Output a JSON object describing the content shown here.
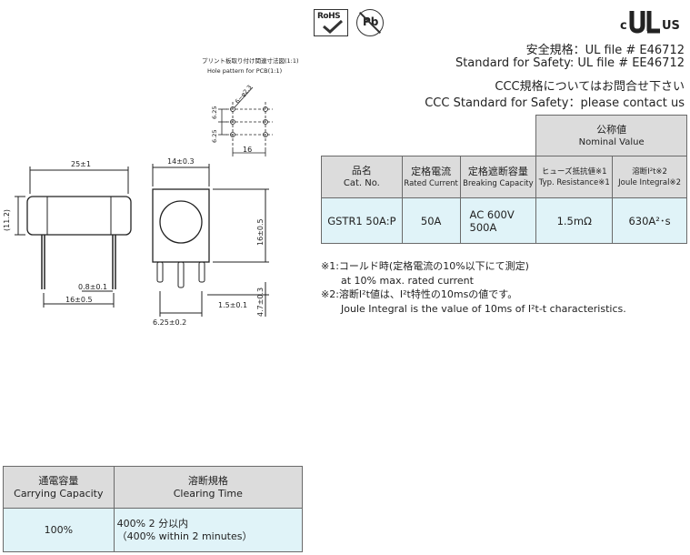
{
  "badges": {
    "rohs": "RoHS",
    "pb": "Pb"
  },
  "certification": {
    "ul_c": "c",
    "ul_us": "US"
  },
  "safety": {
    "ul_ja": "安全規格：UL file # E46712",
    "ul_en": "Standard for Safety: UL file # EE46712",
    "ccc_ja": "CCC規格についてはお問合せ下さい",
    "ccc_en": "CCC Standard for Safety：please contact us"
  },
  "drawing": {
    "pcb_title_ja": "プリント板取り付け関連寸法図(1:1)",
    "pcb_title_en": "Hole pattern for PCB(1:1)",
    "hole_dim": "6−φ2.3",
    "pitch_a": "6.25",
    "pitch_b": "6.25",
    "pcb_width": "16",
    "body_length": "25±1",
    "body_height": "(11.2)",
    "lead_dia": "0.8±0.1",
    "lead_span": "16±0.5",
    "front_width": "14±0.3",
    "front_height": "16±0.5",
    "pin_offset": "1.5±0.1",
    "pin_length": "4.7±0.3",
    "pin_pitch": "6.25±0.2"
  },
  "spec_table": {
    "nominal_ja": "公称値",
    "nominal_en": "Nominal Value",
    "headers": [
      {
        "ja": "品名",
        "en": "Cat. No."
      },
      {
        "ja": "定格電流",
        "en": "Rated Current"
      },
      {
        "ja": "定格遮断容量",
        "en": "Breaking Capacity"
      },
      {
        "ja": "ヒューズ抵抗値※1",
        "en": "Typ. Resistance※1"
      },
      {
        "ja": "溶断I²t※2",
        "en": "Joule Integral※2"
      }
    ],
    "row": {
      "cat_no": "GSTR1 50A:P",
      "rated_current": "50A",
      "breaking_1": "AC 600V",
      "breaking_2": "500A",
      "resistance": "1.5mΩ",
      "joule": "630A²･s"
    }
  },
  "notes": [
    "※1:コールド時(定格電流の10%以下にて測定)",
    "at 10% max. rated current",
    "※2:溶断I²t値は、I²t特性の10msの値です。",
    "Joule Integral is the value of 10ms of I²t-t characteristics."
  ],
  "clearing_table": {
    "h1_ja": "通電容量",
    "h1_en": "Carrying Capacity",
    "h2_ja": "溶断規格",
    "h2_en": "Clearing Time",
    "capacity": "100%",
    "time_ja": "400% 2 分以内",
    "time_en": "（400% within 2 minutes）"
  }
}
